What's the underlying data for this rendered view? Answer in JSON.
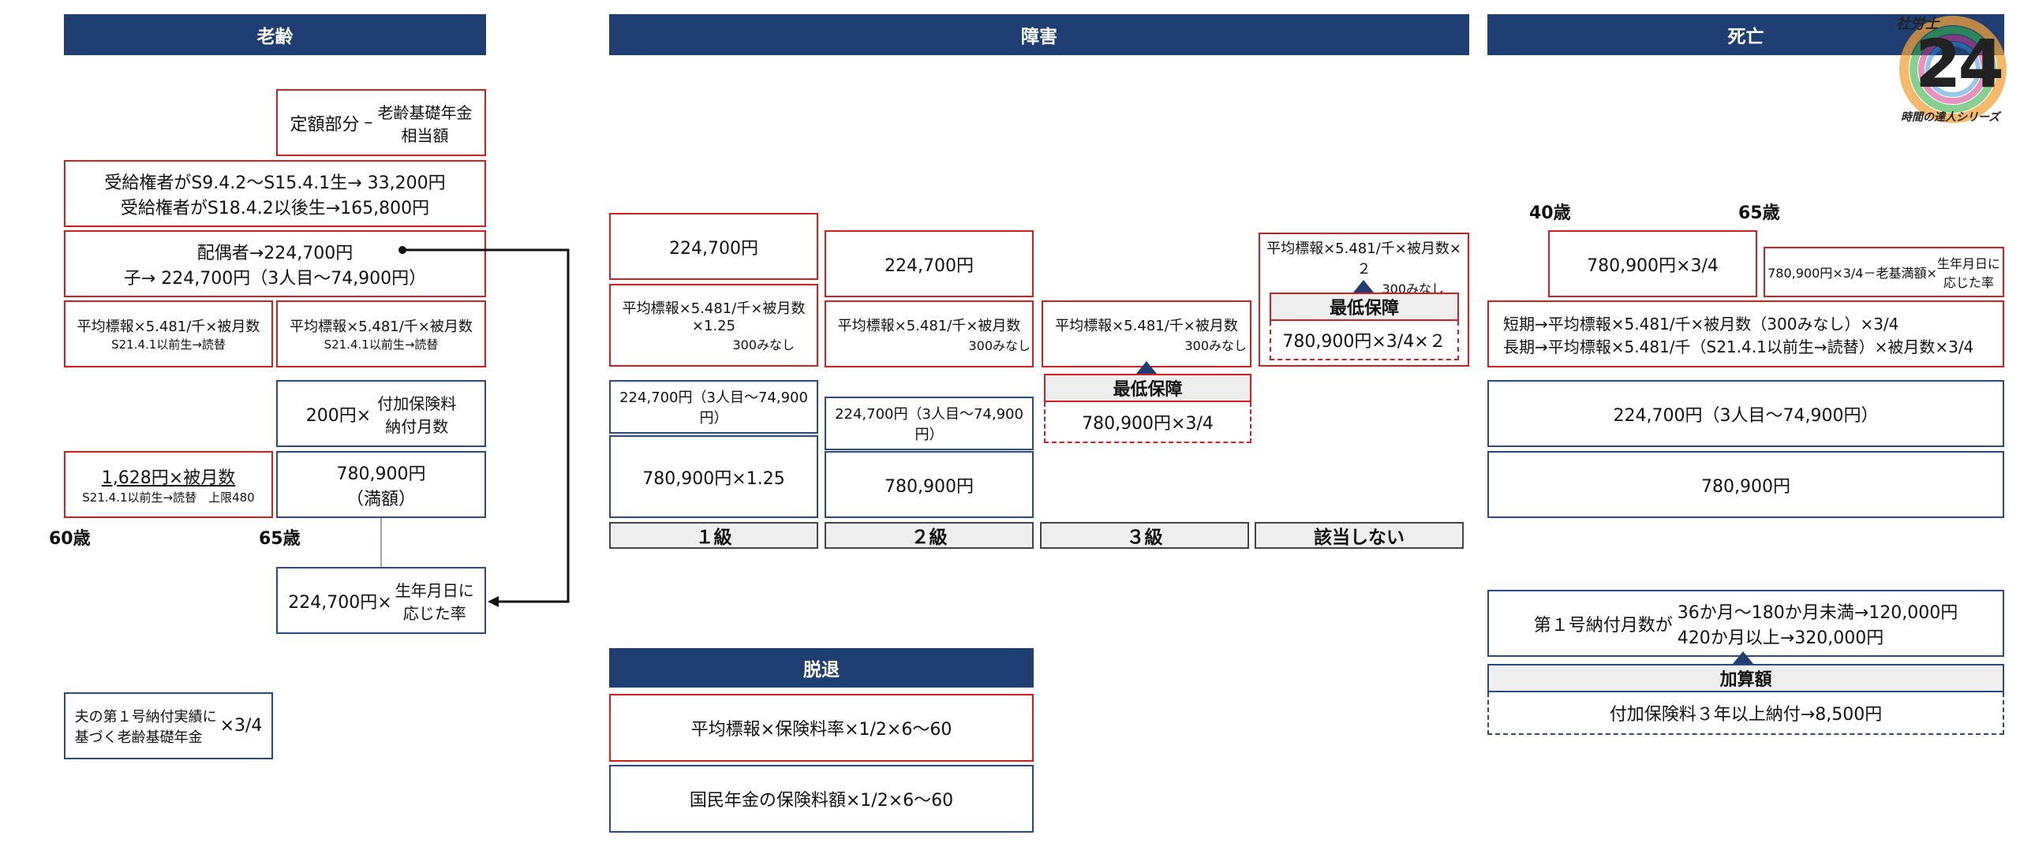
{
  "headers": {
    "roureki": "老齢",
    "shogai": "障害",
    "shibo": "死亡",
    "dattai": "脱退"
  },
  "logo": {
    "top": "社労士",
    "number": "24",
    "bottom": "時間の達人シリーズ"
  },
  "roureki": {
    "teigaku_label": "定額部分",
    "teigaku_dash": "–",
    "teigaku_value_1": "老齢基礎年金",
    "teigaku_value_2": "相当額",
    "juukyuu_1": "受給権者がS9.4.2～S15.4.1生→ 33,200円",
    "juukyuu_2": "受給権者がS18.4.2以後生→165,800円",
    "haiguusha_1": "配偶者→224,700円",
    "haiguusha_2": "子→ 224,700円（3人目～74,900円）",
    "hirei_left_1": "平均標報×5.481/千×被月数",
    "hirei_left_2": "S21.4.1以前生→読替",
    "hirei_right_1": "平均標報×5.481/千×被月数",
    "hirei_right_2": "S21.4.1以前生→読替",
    "fuka_amount": "200円×",
    "fuka_1": "付加保険料",
    "fuka_2": "納付月数",
    "teigaku2_1": "1,628円×被月数",
    "teigaku2_2": "S21.4.1以前生→読替　上限480",
    "kiso_1": "780,900円",
    "kiso_2": "（満額）",
    "age_60": "60歳",
    "age_65": "65歳",
    "furikae_amount": "224,700円×",
    "furikae_1": "生年月日に",
    "furikae_2": "応じた率",
    "kafu_1": "夫の第１号納付実績に",
    "kafu_2": "基づく老齢基礎年金",
    "kafu_rate": "×3/4"
  },
  "shogai": {
    "g1_kasan": "224,700円",
    "g1_hirei_1": "平均標報×5.481/千×被月数×1.25",
    "g1_hirei_2": "300みなし",
    "g1_ko": "224,700円（3人目～74,900円）",
    "g1_kiso": "780,900円×1.25",
    "g2_kasan": "224,700円",
    "g2_hirei_1": "平均標報×5.481/千×被月数",
    "g2_hirei_2": "300みなし",
    "g2_ko": "224,700円（3人目～74,900円）",
    "g2_kiso": "780,900円",
    "g3_hirei_1": "平均標報×5.481/千×被月数",
    "g3_hirei_2": "300みなし",
    "g3_min_title": "最低保障",
    "g3_min_value": "780,900円×3/4",
    "na_hirei_1": "平均標報×5.481/千×被月数×２",
    "na_hirei_2": "300みなし",
    "na_min_title": "最低保障",
    "na_min_value": "780,900円×3/4×２",
    "grades": [
      "１級",
      "２級",
      "３級",
      "該当しない"
    ]
  },
  "dattai": {
    "row1": "平均標報×保険料率×1/2×6～60",
    "row2": "国民年金の保険料額×1/2×6～60"
  },
  "shibo": {
    "age_40": "40歳",
    "age_65": "65歳",
    "chukorei": "780,900円×3/4",
    "keika_amount": "780,900円×3/4－老基満額×",
    "keika_1": "生年月日に",
    "keika_2": "応じた率",
    "hirei_1": "短期→平均標報×5.481/千×被月数（300みなし）×3/4",
    "hirei_2": "長期→平均標報×5.481/千（S21.4.1以前生→読替）×被月数×3/4",
    "ko": "224,700円（3人目～74,900円）",
    "kiso": "780,900円",
    "ichiji_label": "第１号納付月数が",
    "ichiji_1": "36か月～180か月未満→120,000円",
    "ichiji_2": "420か月以上→320,000円",
    "kasan_title": "加算額",
    "kasan_value": "付加保険料３年以上納付→8,500円"
  },
  "colors": {
    "header": "#1f3f73",
    "red": "#d02020",
    "blue": "#2b4a7e",
    "gray": "#eeeeee"
  }
}
